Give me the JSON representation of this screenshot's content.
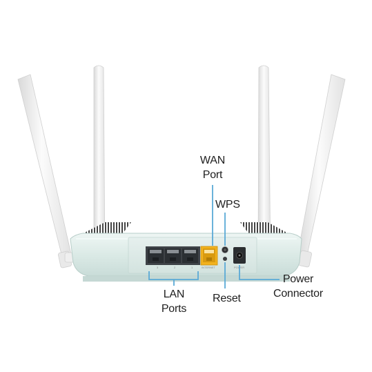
{
  "labels": {
    "wan": [
      "WAN",
      "Port"
    ],
    "wps": "WPS",
    "lan": [
      "LAN",
      "Ports"
    ],
    "reset": "Reset",
    "power": [
      "Power",
      "Connector"
    ]
  },
  "device": {
    "lan_port_numbers": [
      "3",
      "2",
      "1"
    ],
    "wan_port_tag": "INTERNET",
    "power_tag": "POWER"
  },
  "colors": {
    "body": "#d8e8e4",
    "body_top": "#eef5f3",
    "antenna": "#f3f3f3",
    "wan_port": "#f2b21e",
    "lan_port": "#3e4247",
    "callout_line": "#5aa9d6",
    "text": "#1e1e1e"
  }
}
